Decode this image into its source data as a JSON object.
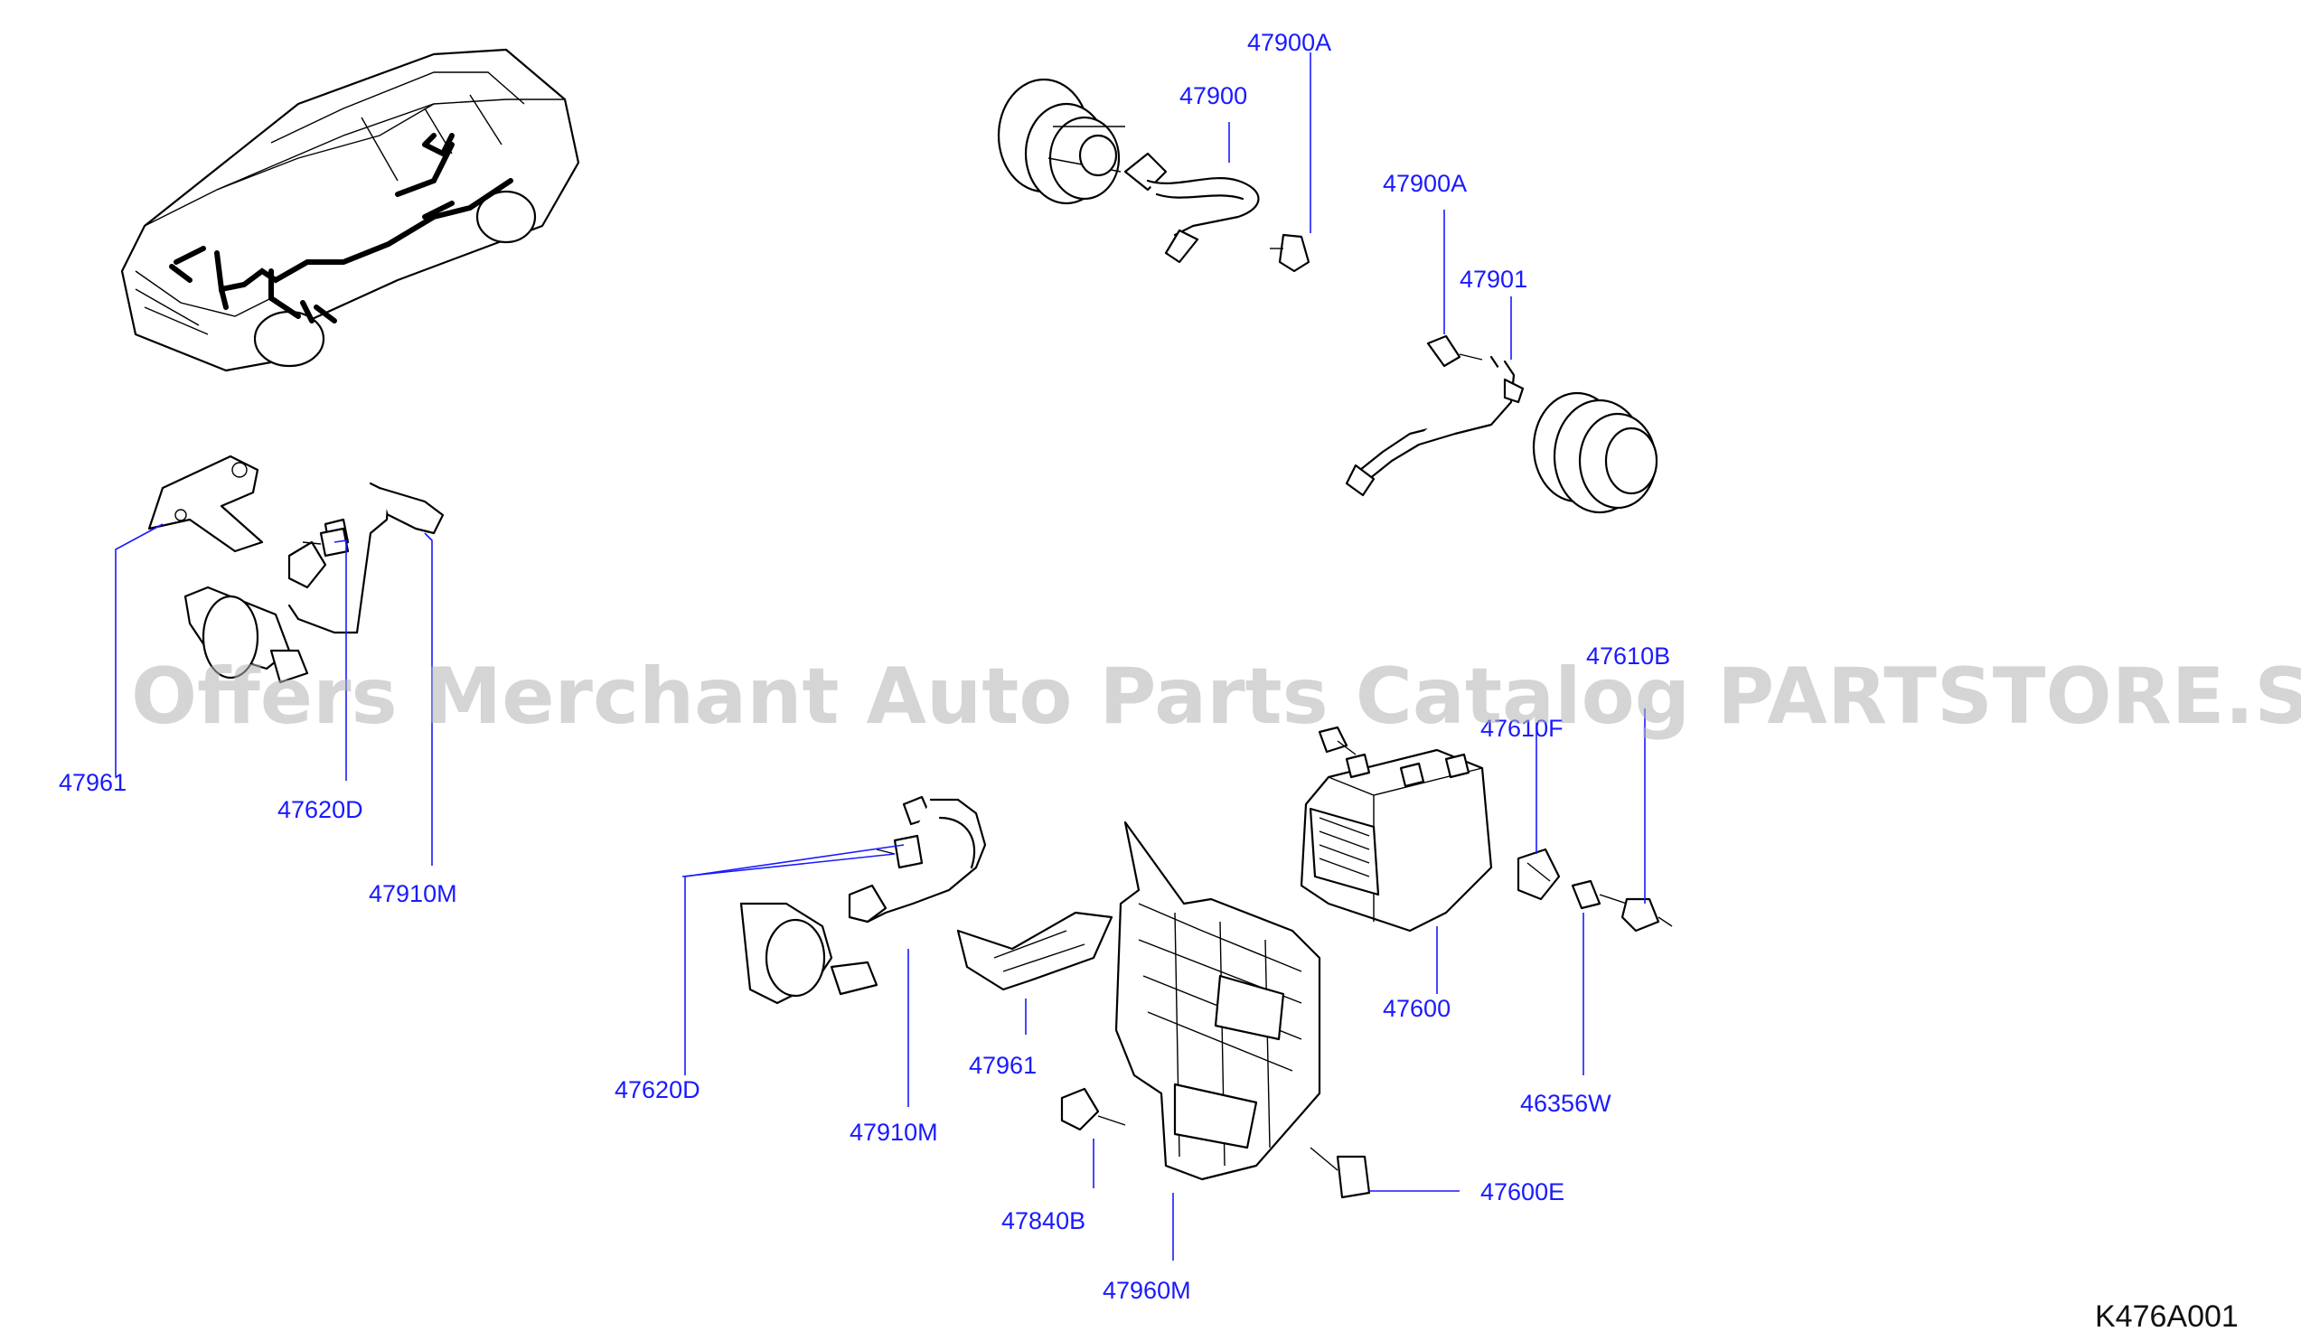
{
  "labels": {
    "l47900a_top": "47900A",
    "l47900": "47900",
    "l47900a_mid": "47900A",
    "l47901": "47901",
    "l47961_left": "47961",
    "l47620d_left": "47620D",
    "l47910m_left": "47910M",
    "l47610b": "47610B",
    "l47610f": "47610F",
    "l47600": "47600",
    "l46356w": "46356W",
    "l47620d_bottom": "47620D",
    "l47910m_bottom": "47910M",
    "l47961_bottom": "47961",
    "l47840b": "47840B",
    "l47600e": "47600E",
    "l47960m": "47960M"
  },
  "diagram_code": "K476A001",
  "watermark": "Offers Merchant Auto Parts Catalog PARTSTORE.SA"
}
